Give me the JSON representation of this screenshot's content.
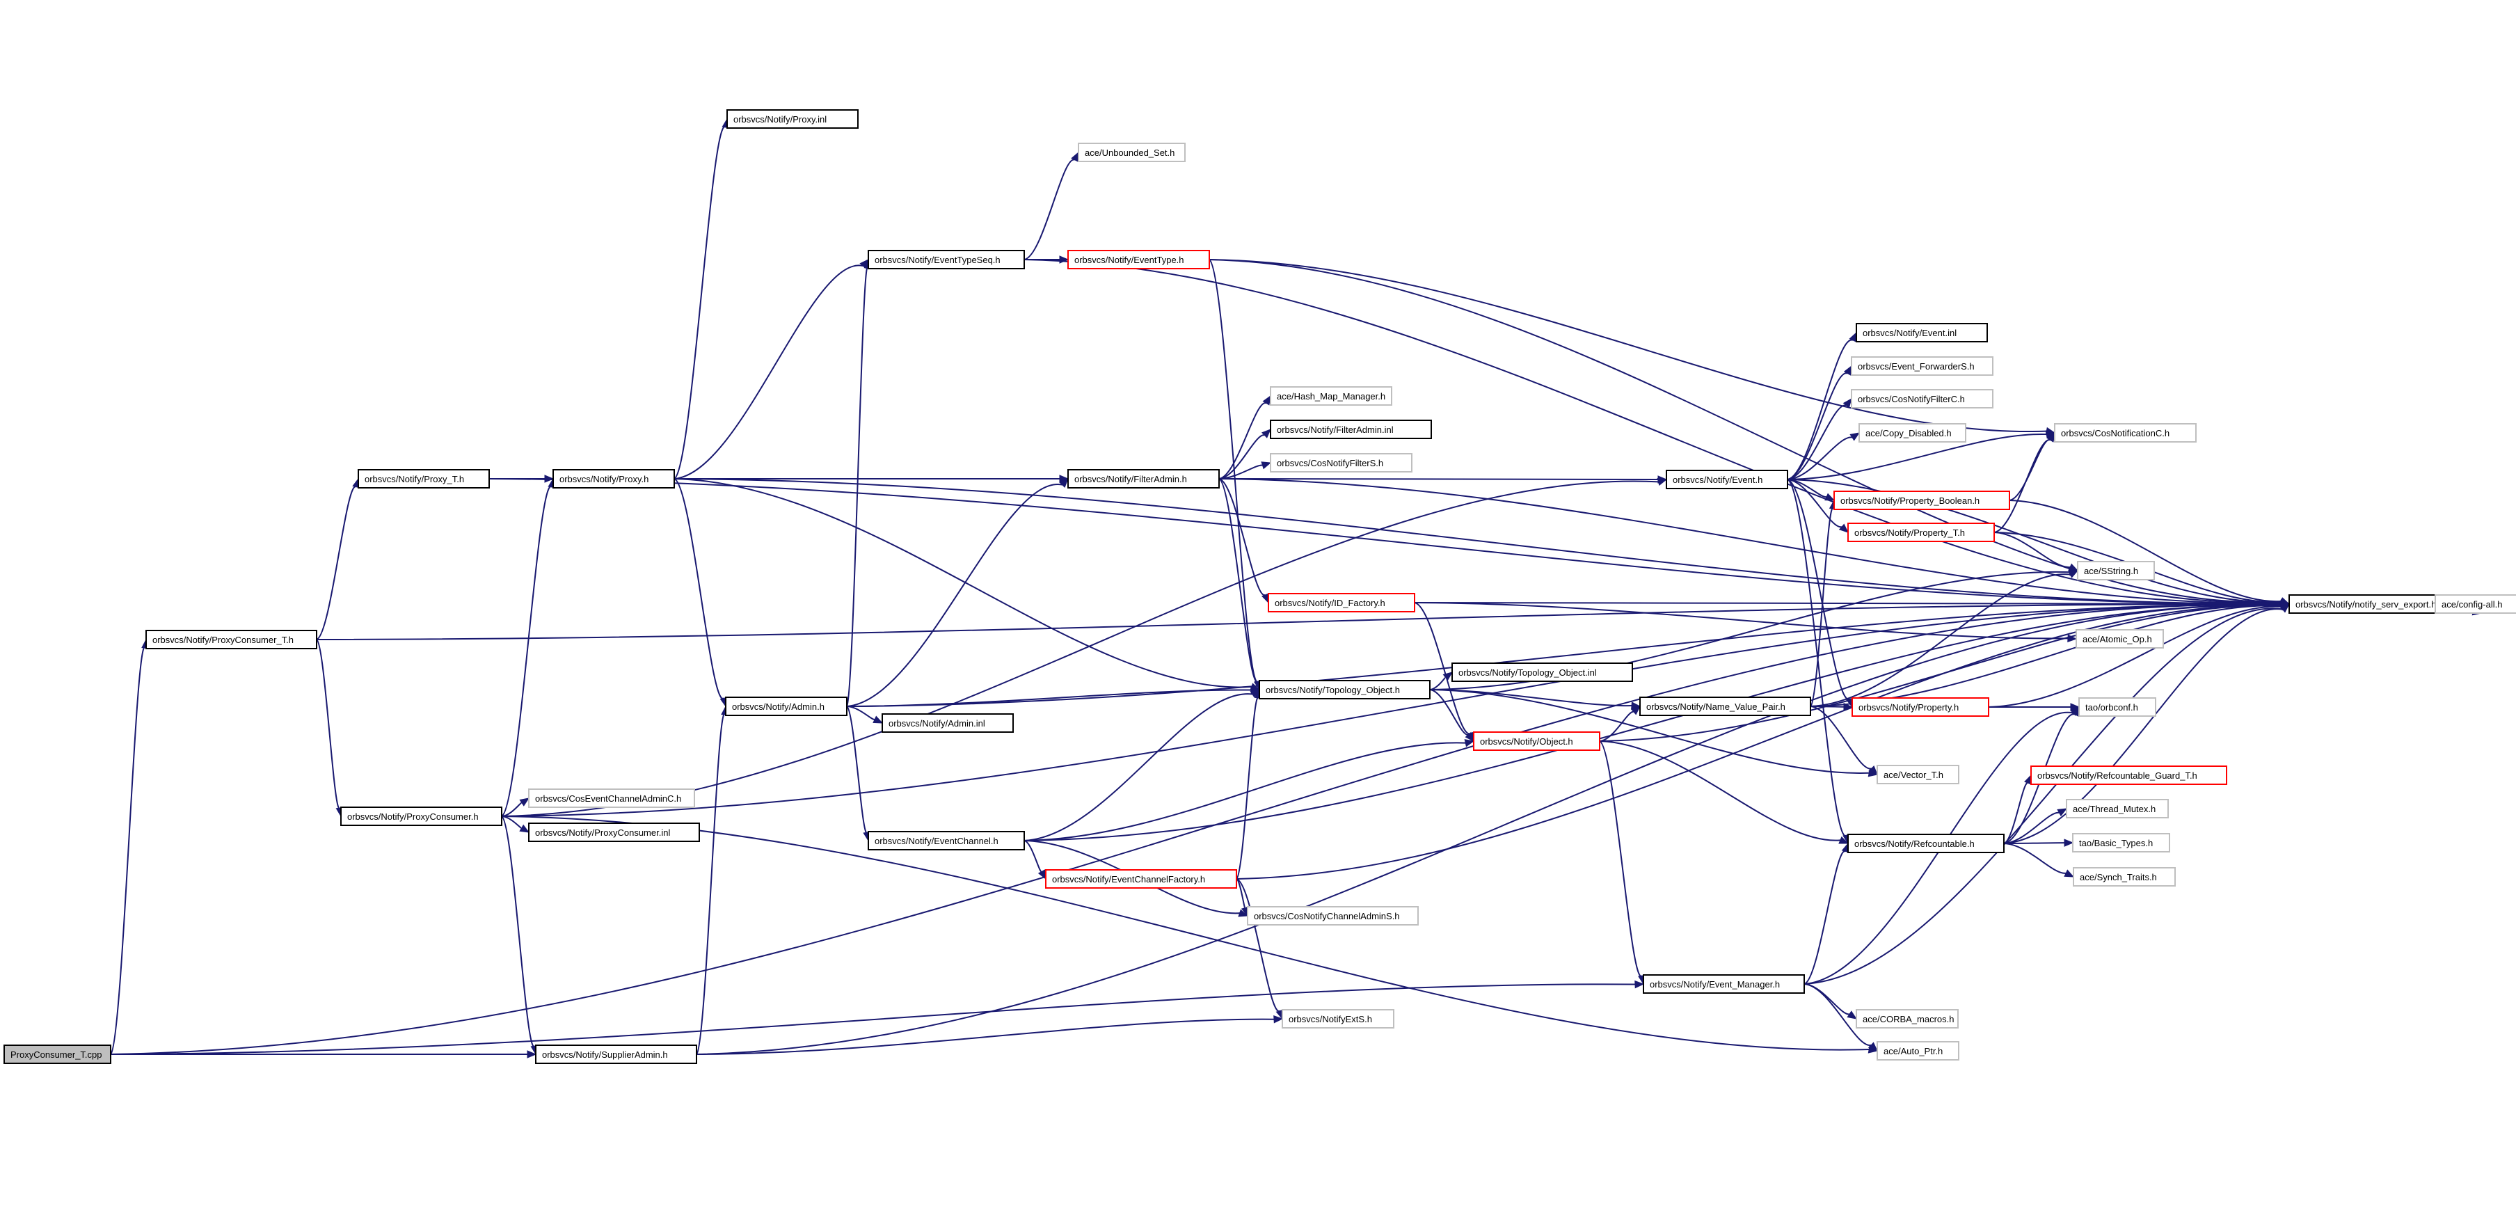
{
  "nodes": [
    {
      "id": "root",
      "label": "ProxyConsumer_T.cpp",
      "style": "root"
    },
    {
      "id": "pct",
      "label": "orbsvcs/Notify/ProxyConsumer_T.h",
      "style": "black"
    },
    {
      "id": "proxyt",
      "label": "orbsvcs/Notify/Proxy_T.h",
      "style": "black"
    },
    {
      "id": "pc",
      "label": "orbsvcs/Notify/ProxyConsumer.h",
      "style": "black"
    },
    {
      "id": "proxy",
      "label": "orbsvcs/Notify/Proxy.h",
      "style": "black"
    },
    {
      "id": "proxyinl",
      "label": "orbsvcs/Notify/Proxy.inl",
      "style": "black"
    },
    {
      "id": "ecadminc",
      "label": "orbsvcs/CosEventChannelAdminC.h",
      "style": "grey"
    },
    {
      "id": "pcinl",
      "label": "orbsvcs/Notify/ProxyConsumer.inl",
      "style": "black"
    },
    {
      "id": "suppadmin",
      "label": "orbsvcs/Notify/SupplierAdmin.h",
      "style": "black"
    },
    {
      "id": "admin",
      "label": "orbsvcs/Notify/Admin.h",
      "style": "black"
    },
    {
      "id": "admininl",
      "label": "orbsvcs/Notify/Admin.inl",
      "style": "black"
    },
    {
      "id": "unbset",
      "label": "ace/Unbounded_Set.h",
      "style": "grey"
    },
    {
      "id": "etseq",
      "label": "orbsvcs/Notify/EventTypeSeq.h",
      "style": "black"
    },
    {
      "id": "evtype",
      "label": "orbsvcs/Notify/EventType.h",
      "style": "red"
    },
    {
      "id": "ec",
      "label": "orbsvcs/Notify/EventChannel.h",
      "style": "black"
    },
    {
      "id": "ecf",
      "label": "orbsvcs/Notify/EventChannelFactory.h",
      "style": "red"
    },
    {
      "id": "filteradmin",
      "label": "orbsvcs/Notify/FilterAdmin.h",
      "style": "black"
    },
    {
      "id": "hashmap",
      "label": "ace/Hash_Map_Manager.h",
      "style": "grey"
    },
    {
      "id": "filteradmininl",
      "label": "orbsvcs/Notify/FilterAdmin.inl",
      "style": "black"
    },
    {
      "id": "cosfilters",
      "label": "orbsvcs/CosNotifyFilterS.h",
      "style": "grey"
    },
    {
      "id": "idfactory",
      "label": "orbsvcs/Notify/ID_Factory.h",
      "style": "red"
    },
    {
      "id": "topo",
      "label": "orbsvcs/Notify/Topology_Object.h",
      "style": "black"
    },
    {
      "id": "topoinl",
      "label": "orbsvcs/Notify/Topology_Object.inl",
      "style": "black"
    },
    {
      "id": "object",
      "label": "orbsvcs/Notify/Object.h",
      "style": "red"
    },
    {
      "id": "coschanadmins",
      "label": "orbsvcs/CosNotifyChannelAdminS.h",
      "style": "grey"
    },
    {
      "id": "notifyexts",
      "label": "orbsvcs/NotifyExtS.h",
      "style": "grey"
    },
    {
      "id": "evmgr",
      "label": "orbsvcs/Notify/Event_Manager.h",
      "style": "black"
    },
    {
      "id": "event",
      "label": "orbsvcs/Notify/Event.h",
      "style": "black"
    },
    {
      "id": "eventinl",
      "label": "orbsvcs/Notify/Event.inl",
      "style": "black"
    },
    {
      "id": "evfwds",
      "label": "orbsvcs/Event_ForwarderS.h",
      "style": "grey"
    },
    {
      "id": "cosfilterc",
      "label": "orbsvcs/CosNotifyFilterC.h",
      "style": "grey"
    },
    {
      "id": "copydis",
      "label": "ace/Copy_Disabled.h",
      "style": "grey"
    },
    {
      "id": "cosnotifc",
      "label": "orbsvcs/CosNotificationC.h",
      "style": "grey"
    },
    {
      "id": "propbool",
      "label": "orbsvcs/Notify/Property_Boolean.h",
      "style": "red"
    },
    {
      "id": "propt",
      "label": "orbsvcs/Notify/Property_T.h",
      "style": "red"
    },
    {
      "id": "sstring",
      "label": "ace/SString.h",
      "style": "grey"
    },
    {
      "id": "nvp",
      "label": "orbsvcs/Notify/Name_Value_Pair.h",
      "style": "black"
    },
    {
      "id": "property",
      "label": "orbsvcs/Notify/Property.h",
      "style": "red"
    },
    {
      "id": "atomic",
      "label": "ace/Atomic_Op.h",
      "style": "grey"
    },
    {
      "id": "orbconf",
      "label": "tao/orbconf.h",
      "style": "grey"
    },
    {
      "id": "vector",
      "label": "ace/Vector_T.h",
      "style": "grey"
    },
    {
      "id": "refguard",
      "label": "orbsvcs/Notify/Refcountable_Guard_T.h",
      "style": "red"
    },
    {
      "id": "refc",
      "label": "orbsvcs/Notify/Refcountable.h",
      "style": "black"
    },
    {
      "id": "thrmutex",
      "label": "ace/Thread_Mutex.h",
      "style": "grey"
    },
    {
      "id": "basictypes",
      "label": "tao/Basic_Types.h",
      "style": "grey"
    },
    {
      "id": "synchtraits",
      "label": "ace/Synch_Traits.h",
      "style": "grey"
    },
    {
      "id": "corbamacros",
      "label": "ace/CORBA_macros.h",
      "style": "grey"
    },
    {
      "id": "autoptr",
      "label": "ace/Auto_Ptr.h",
      "style": "grey"
    },
    {
      "id": "servexport",
      "label": "orbsvcs/Notify/notify_serv_export.h",
      "style": "black"
    },
    {
      "id": "configall",
      "label": "ace/config-all.h",
      "style": "grey"
    }
  ],
  "edges": [
    [
      "root",
      "pct"
    ],
    [
      "root",
      "suppadmin"
    ],
    [
      "root",
      "evmgr"
    ],
    [
      "root",
      "servexport"
    ],
    [
      "pct",
      "proxyt"
    ],
    [
      "pct",
      "pc"
    ],
    [
      "pct",
      "servexport"
    ],
    [
      "proxyt",
      "proxy"
    ],
    [
      "proxyt",
      "servexport"
    ],
    [
      "proxy",
      "proxyinl"
    ],
    [
      "proxy",
      "etseq"
    ],
    [
      "proxy",
      "filteradmin"
    ],
    [
      "proxy",
      "topo"
    ],
    [
      "proxy",
      "admin"
    ],
    [
      "proxy",
      "servexport"
    ],
    [
      "pc",
      "proxy"
    ],
    [
      "pc",
      "ecadminc"
    ],
    [
      "pc",
      "pcinl"
    ],
    [
      "pc",
      "suppadmin"
    ],
    [
      "pc",
      "event"
    ],
    [
      "pc",
      "autoptr"
    ],
    [
      "pc",
      "servexport"
    ],
    [
      "suppadmin",
      "admin"
    ],
    [
      "suppadmin",
      "notifyexts"
    ],
    [
      "suppadmin",
      "servexport"
    ],
    [
      "admin",
      "etseq"
    ],
    [
      "admin",
      "filteradmin"
    ],
    [
      "admin",
      "topo"
    ],
    [
      "admin",
      "admininl"
    ],
    [
      "admin",
      "ec"
    ],
    [
      "admin",
      "servexport"
    ],
    [
      "etseq",
      "unbset"
    ],
    [
      "etseq",
      "evtype"
    ],
    [
      "etseq",
      "servexport"
    ],
    [
      "evtype",
      "topo"
    ],
    [
      "evtype",
      "cosnotifc"
    ],
    [
      "evtype",
      "servexport"
    ],
    [
      "ec",
      "topo"
    ],
    [
      "ec",
      "object"
    ],
    [
      "ec",
      "ecf"
    ],
    [
      "ec",
      "coschanadmins"
    ],
    [
      "ec",
      "servexport"
    ],
    [
      "ecf",
      "topo"
    ],
    [
      "ecf",
      "coschanadmins"
    ],
    [
      "ecf",
      "notifyexts"
    ],
    [
      "ecf",
      "servexport"
    ],
    [
      "filteradmin",
      "hashmap"
    ],
    [
      "filteradmin",
      "filteradmininl"
    ],
    [
      "filteradmin",
      "cosfilters"
    ],
    [
      "filteradmin",
      "event"
    ],
    [
      "filteradmin",
      "idfactory"
    ],
    [
      "filteradmin",
      "topo"
    ],
    [
      "filteradmin",
      "servexport"
    ],
    [
      "idfactory",
      "object"
    ],
    [
      "idfactory",
      "atomic"
    ],
    [
      "idfactory",
      "servexport"
    ],
    [
      "topo",
      "topoinl"
    ],
    [
      "topo",
      "object"
    ],
    [
      "topo",
      "nvp"
    ],
    [
      "topo",
      "vector"
    ],
    [
      "topo",
      "sstring"
    ],
    [
      "object",
      "nvp"
    ],
    [
      "object",
      "refc"
    ],
    [
      "object",
      "evmgr"
    ],
    [
      "object",
      "servexport"
    ],
    [
      "evmgr",
      "refc"
    ],
    [
      "evmgr",
      "corbamacros"
    ],
    [
      "evmgr",
      "autoptr"
    ],
    [
      "evmgr",
      "orbconf"
    ],
    [
      "evmgr",
      "servexport"
    ],
    [
      "event",
      "eventinl"
    ],
    [
      "event",
      "evfwds"
    ],
    [
      "event",
      "cosfilterc"
    ],
    [
      "event",
      "copydis"
    ],
    [
      "event",
      "cosnotifc"
    ],
    [
      "event",
      "propbool"
    ],
    [
      "event",
      "propt"
    ],
    [
      "event",
      "property"
    ],
    [
      "event",
      "refc"
    ],
    [
      "event",
      "servexport"
    ],
    [
      "propbool",
      "cosnotifc"
    ],
    [
      "propbool",
      "servexport"
    ],
    [
      "propt",
      "cosnotifc"
    ],
    [
      "propt",
      "sstring"
    ],
    [
      "propt",
      "servexport"
    ],
    [
      "nvp",
      "property"
    ],
    [
      "nvp",
      "propbool"
    ],
    [
      "nvp",
      "sstring"
    ],
    [
      "nvp",
      "vector"
    ],
    [
      "nvp",
      "servexport"
    ],
    [
      "property",
      "orbconf"
    ],
    [
      "property",
      "servexport"
    ],
    [
      "refc",
      "refguard"
    ],
    [
      "refc",
      "thrmutex"
    ],
    [
      "refc",
      "basictypes"
    ],
    [
      "refc",
      "synchtraits"
    ],
    [
      "refc",
      "orbconf"
    ],
    [
      "refc",
      "servexport"
    ],
    [
      "servexport",
      "configall"
    ]
  ]
}
